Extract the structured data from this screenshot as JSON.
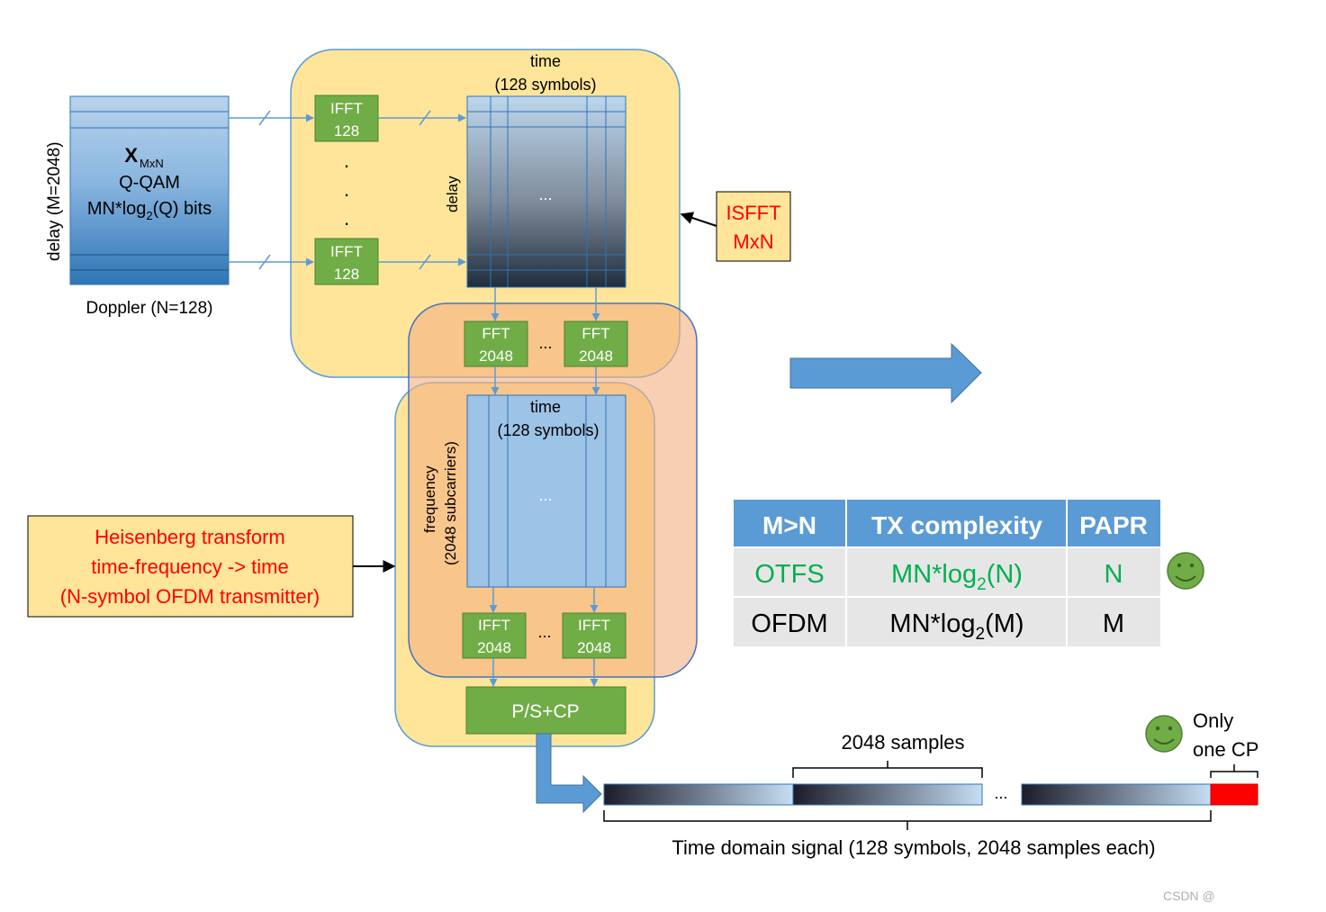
{
  "colors": {
    "yellow_fill": "#fee599",
    "yellow_stroke": "#4472c4",
    "orange_fill": "#f4b183",
    "green_block": "#70ad47",
    "blue_light": "#9dc3e6",
    "blue_dark": "#2e75b6",
    "red": "#ff0000",
    "table_header": "#5b9bd5",
    "table_row": "#e7e6e6",
    "green_text": "#00b050",
    "smiley": "#70ad47"
  },
  "input_matrix": {
    "x_label": "X",
    "x_subscript": "MxN",
    "line2": "Q-QAM",
    "line3_prefix": "MN*log",
    "line3_sub": "2",
    "line3_suffix": "(Q) bits",
    "delay_label": "delay (M=2048)",
    "doppler_label": "Doppler (N=128)"
  },
  "isfft": {
    "ifft_top_line1": "IFFT",
    "ifft_top_line2": "128",
    "ifft_bottom_line1": "IFFT",
    "ifft_bottom_line2": "128",
    "dots": ".",
    "grid_title_line1": "time",
    "grid_title_line2": "(128 symbols)",
    "grid_delay_label": "delay",
    "grid_ellipsis": "...",
    "callout_line1": "ISFFT",
    "callout_line2": "MxN"
  },
  "fft": {
    "left_line1": "FFT",
    "left_line2": "2048",
    "right_line1": "FFT",
    "right_line2": "2048",
    "ellipsis": "..."
  },
  "heisenberg": {
    "grid_title_line1": "time",
    "grid_title_line2": "(128 symbols)",
    "freq_line1": "frequency",
    "freq_line2": "(2048 subcarriers)",
    "grid_ellipsis": "...",
    "ifft_left_line1": "IFFT",
    "ifft_left_line2": "2048",
    "ifft_right_line1": "IFFT",
    "ifft_right_line2": "2048",
    "ifft_ellipsis": "...",
    "ps_label": "P/S+CP",
    "callout_line1": "Heisenberg transform",
    "callout_line2": "time-frequency -> time",
    "callout_line3": "(N-symbol OFDM transmitter)"
  },
  "table": {
    "headers": [
      "M>N",
      "TX complexity",
      "PAPR"
    ],
    "rows": [
      {
        "name": "OTFS",
        "complexity_prefix": "MN*log",
        "complexity_sub": "2",
        "complexity_suffix": "(N)",
        "papr": "N"
      },
      {
        "name": "OFDM",
        "complexity_prefix": "MN*log",
        "complexity_sub": "2",
        "complexity_suffix": "(M)",
        "papr": "M"
      }
    ]
  },
  "signal": {
    "samples_label": "2048 samples",
    "ellipsis": "...",
    "cp_label_line1": "Only",
    "cp_label_line2": "one CP",
    "caption": "Time domain signal (128 symbols, 2048 samples each)"
  },
  "watermark": "CSDN @"
}
